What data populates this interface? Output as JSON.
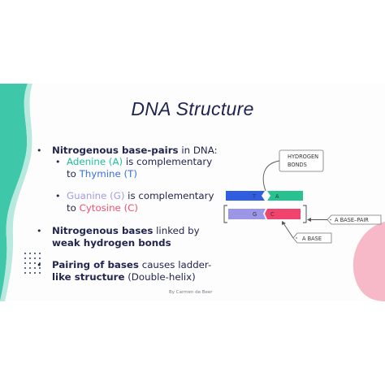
{
  "slide": {
    "title": "DNA Structure",
    "credit": "By Carmen de Beer",
    "bullets": [
      {
        "bold": "Nitrogenous base-pairs",
        "rest": " in DNA:"
      },
      {
        "bold": "Nitrogenous bases",
        "rest": " linked by",
        "line2_bold": "weak hydrogen bonds"
      },
      {
        "bold": "Pairing of bases",
        "rest": " causes ladder-",
        "line2_bold": "like structure",
        "line2_rest": " (Double-helix)"
      }
    ],
    "sub_bullets": [
      {
        "colored": "Adenine (A)",
        "rest": " is complementary",
        "line2_plain": "to ",
        "line2_colored": "Thymine (T)"
      },
      {
        "colored": "Guanine (G)",
        "rest": " is complementary",
        "line2_plain": "to ",
        "line2_colored": "Cytosine (C)"
      }
    ],
    "colors": {
      "adenine": "#1fc0a0",
      "thymine": "#3a6ee0",
      "guanine": "#a39be6",
      "cytosine": "#f0506e",
      "text": "#22264f"
    }
  },
  "diagram": {
    "labels": {
      "hydrogen_1": "HYDROGEN",
      "hydrogen_2": "BONDS",
      "base_pair": "A  BASE–PAIR",
      "a_base": "A  BASE"
    },
    "bases": {
      "t": "T",
      "a": "A",
      "g": "G",
      "c": "C"
    }
  }
}
